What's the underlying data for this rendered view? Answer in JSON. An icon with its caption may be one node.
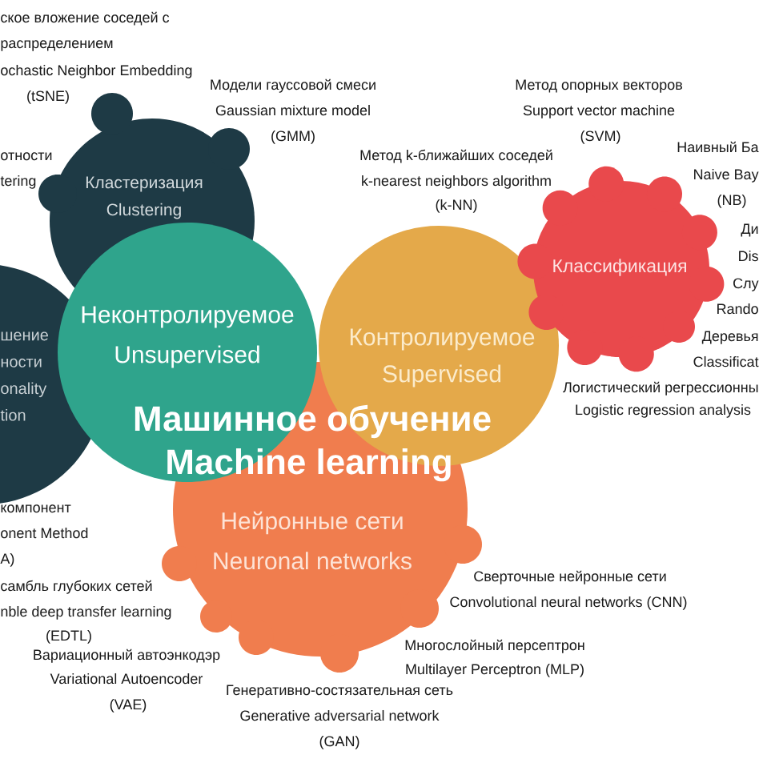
{
  "diagram": {
    "nodes": [
      {
        "text": [
          "Кластеризация",
          "Clustering"
        ]
      },
      {
        "text": [
          "Классификация"
        ]
      },
      {
        "text": [
          "Неконтролируемое",
          "Unsupervised"
        ]
      },
      {
        "text": [
          "Контролируемое",
          "Supervised"
        ]
      },
      {
        "text": [
          "шение",
          "ности",
          "onality",
          "tion"
        ]
      },
      {
        "text": [
          "Нейронные сети",
          "Neuronal networks"
        ]
      }
    ],
    "labels": [
      "ское вложение соседей с",
      "распределением",
      "ochastic Neighbor Embedding",
      "(tSNE)",
      "Модели гауссовой смеси",
      "Gaussian mixture model",
      "(GMM)",
      "Метод опорных векторов",
      "Support vector machine",
      "(SVM)",
      "отности",
      "tering",
      "Метод k-ближайших соседей",
      "k-nearest neighbors algorithm",
      "(k-NN)",
      "Наивный Ба",
      "Naive Bay",
      "(NB)",
      "Ди",
      "Dis",
      "Слу",
      "Rando",
      "Деревья",
      "Classificat",
      "Логистический регрессионны",
      "Logistic regression analysis",
      "Машинное обучение",
      "Machine learning",
      "компонент",
      "onent Method",
      "A)",
      "самбль глубоких сетей",
      "nble deep transfer learning",
      "(EDTL)",
      "Вариационный автоэнкодэр",
      "Variational Autoencoder",
      "(VAE)",
      "Сверточные нейронные сети",
      "Convolutional neural networks (CNN)",
      "Многослойный персептрон",
      "Multilayer Perceptron (MLP)",
      "Генеративно-состязательная сеть",
      "Generative adversarial network",
      "(GAN)"
    ]
  }
}
